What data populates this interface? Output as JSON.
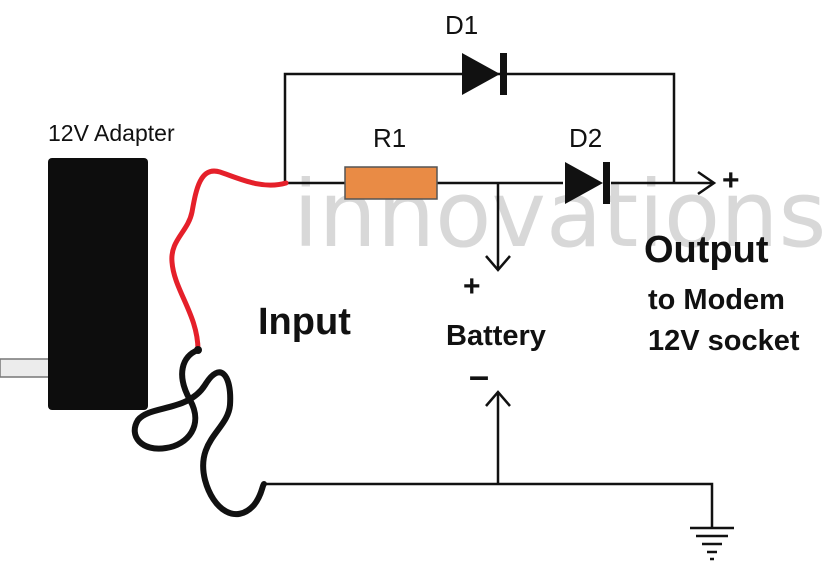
{
  "labels": {
    "adapter": "12V Adapter",
    "d1": "D1",
    "r1": "R1",
    "d2": "D2",
    "input": "Input",
    "battery": "Battery",
    "battery_plus": "+",
    "battery_minus": "–",
    "output_plus": "+",
    "output": "Output",
    "output_line1": "to Modem",
    "output_line2": "12V socket"
  },
  "watermark": "innovations",
  "colors": {
    "wire": "#111111",
    "red_lead": "#e5202a",
    "adapter_body": "#0d0d0d",
    "resistor": "#e98b45",
    "watermark": "#d8d8d8"
  }
}
